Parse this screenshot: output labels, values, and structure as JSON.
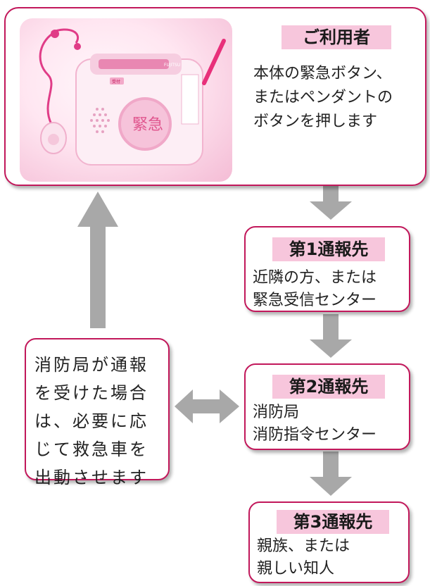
{
  "user": {
    "title": "ご利用者",
    "lines": [
      "本体の緊急ボタン、",
      "またはペンダントの",
      "ボタンを押します"
    ],
    "device": {
      "button_label": "緊急",
      "brand": "FUJITSU",
      "small_label": "受付"
    }
  },
  "notify1": {
    "title": "第1通報先",
    "lines": [
      "近隣の方、または",
      "緊急受信センター"
    ]
  },
  "notify2": {
    "title": "第2通報先",
    "lines": [
      "消防局",
      "消防指令センター"
    ]
  },
  "notify3": {
    "title": "第3通報先",
    "lines": [
      "親族、または",
      "親しい知人"
    ]
  },
  "fire": {
    "lines": [
      "消防局が通報",
      "を受けた場合",
      "は、必要に応",
      "じて救急車を",
      "出動させます"
    ]
  },
  "colors": {
    "border": "#c2185b",
    "title_bg": "#f7c6dc",
    "arrow": "#a8a8a8",
    "photo_tint": "#f4bcd5"
  }
}
